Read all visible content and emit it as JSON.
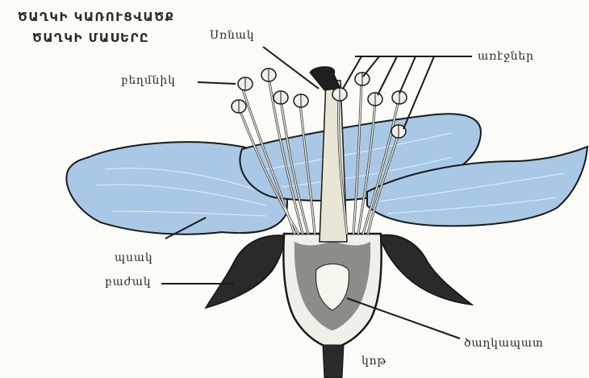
{
  "title": {
    "line1": "ԾԱՂԿԻ ԿԱՌՈՒՑՎԱԾՔ",
    "line2": "ԾԱՂԿԻ ՄԱՍԵՐԸ"
  },
  "labels": {
    "style": "Սռնակ",
    "stamens": "առէջներ",
    "anther": "բեղմնիկ",
    "petal": "պսակ",
    "sepal": "բաժակ",
    "ovary": "ծաղկապատ",
    "stalk": "կոթ"
  },
  "colors": {
    "petal_fill": "#a8c8e6",
    "petal_outline": "#1a1a1a",
    "sepal_fill": "#2a2a2a",
    "receptacle_fill": "#f0efe8"
  }
}
